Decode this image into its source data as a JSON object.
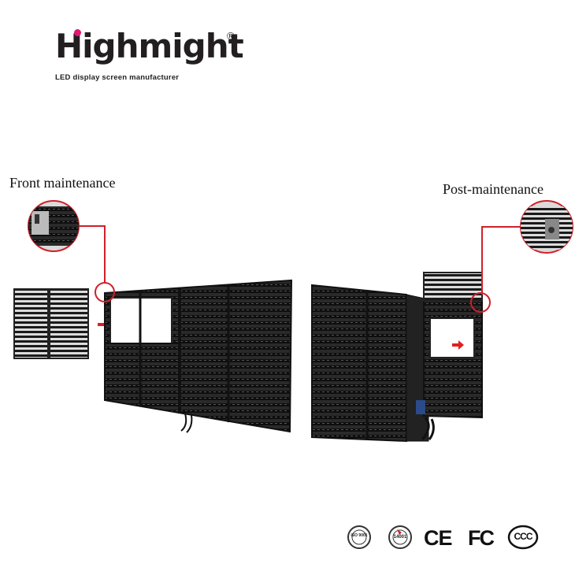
{
  "brand": {
    "name": "Highmight",
    "registered_mark": "®",
    "tagline": "LED display screen manufacturer",
    "accent_color": "#e0196f"
  },
  "labels": {
    "front": "Front maintenance",
    "post": "Post-maintenance"
  },
  "certifications": {
    "iso9001": "ISO 9001",
    "iso14001": "14001",
    "ce": "CE",
    "fcc": "FC",
    "ccc": "CCC"
  },
  "colors": {
    "callout_line": "#d0202a",
    "arrow": "#e02020",
    "panel": "#1c1c1c"
  }
}
